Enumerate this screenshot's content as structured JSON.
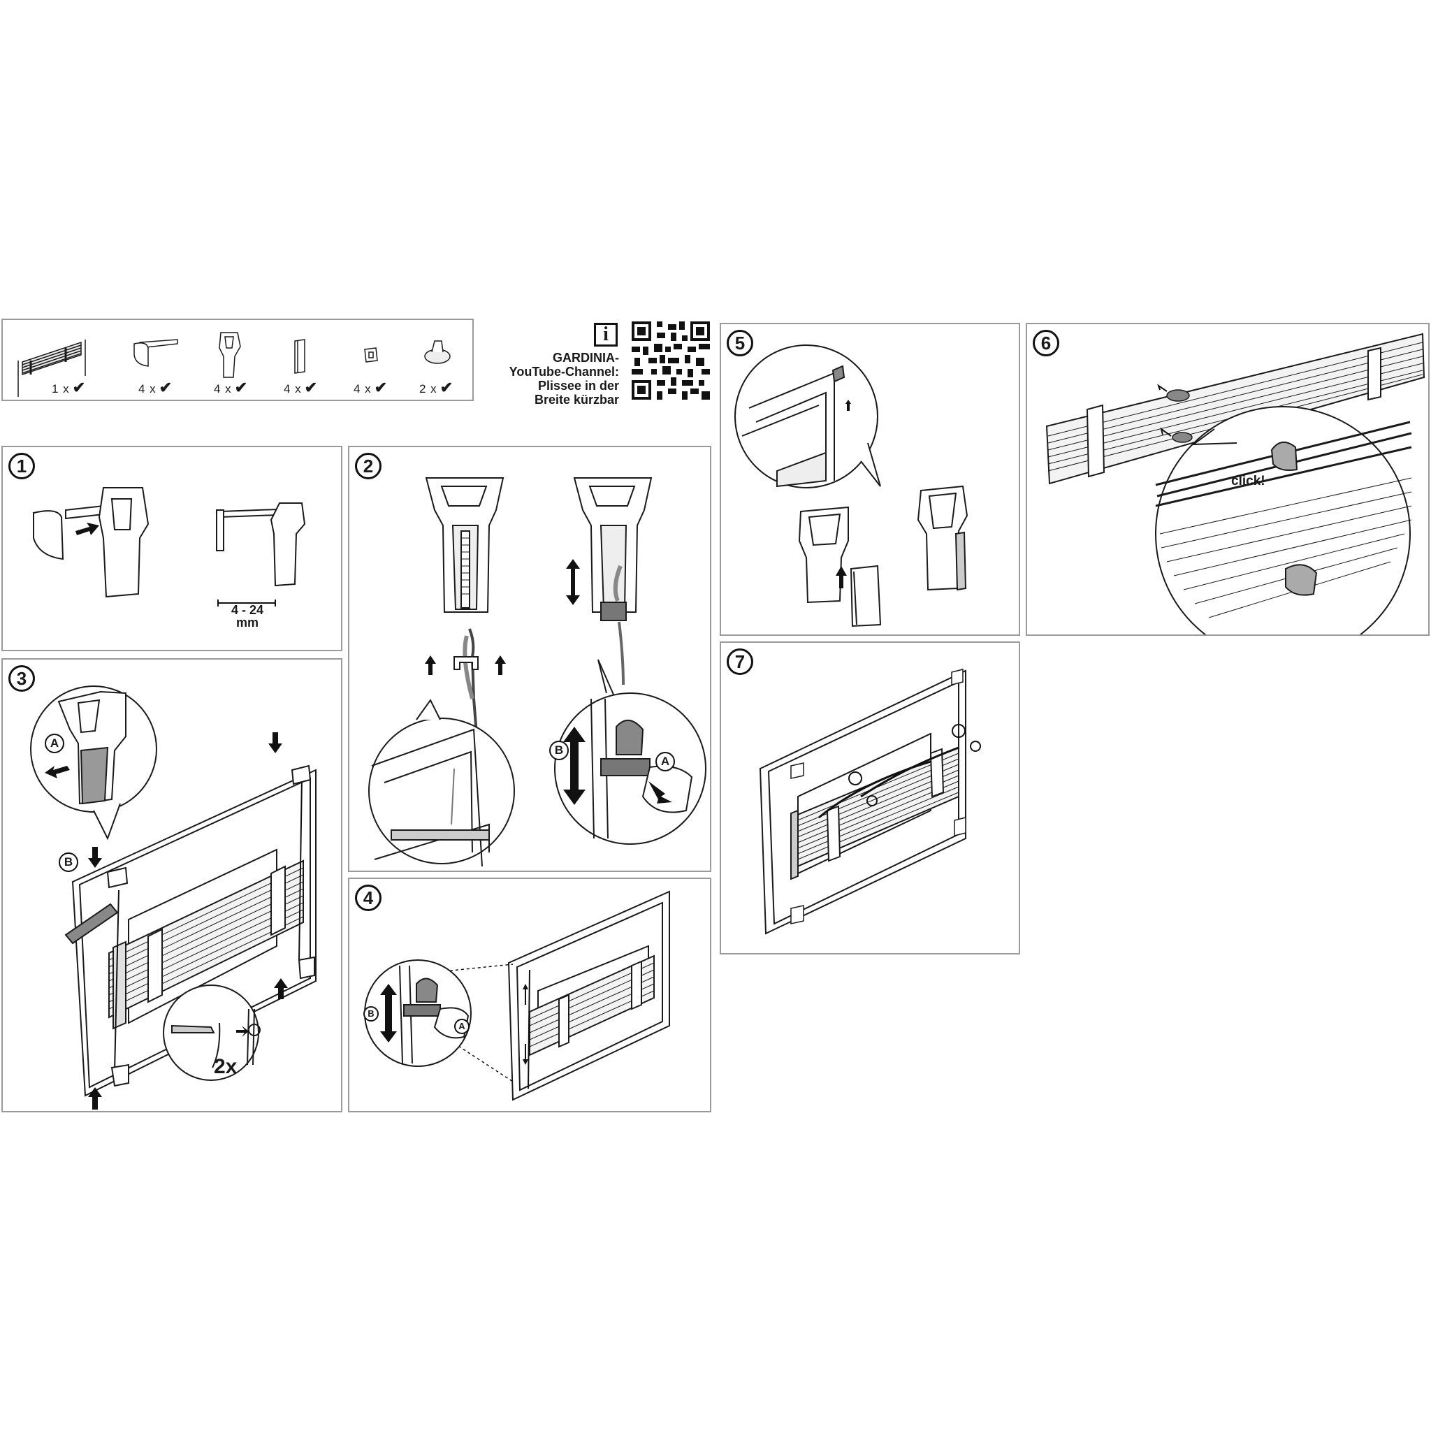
{
  "parts": [
    {
      "icon": "pleated-blind-icon",
      "qty": "1 x",
      "check": "✔"
    },
    {
      "icon": "bracket-arm-icon",
      "qty": "4 x",
      "check": "✔"
    },
    {
      "icon": "clamp-holder-icon",
      "qty": "4 x",
      "check": "✔"
    },
    {
      "icon": "spacer-clip-icon",
      "qty": "4 x",
      "check": "✔"
    },
    {
      "icon": "small-clip-icon",
      "qty": "4 x",
      "check": "✔"
    },
    {
      "icon": "handle-grip-icon",
      "qty": "2 x",
      "check": "✔"
    }
  ],
  "info": {
    "icon_letter": "i",
    "line1": "GARDINIA-",
    "line2": "YouTube-Channel:",
    "line3": "Plissee in der",
    "line4": "Breite kürzbar"
  },
  "steps": {
    "s1": {
      "num": "1",
      "measure_line1": "4 - 24",
      "measure_line2": "mm"
    },
    "s2": {
      "num": "2",
      "callout_a": "A",
      "callout_b": "B"
    },
    "s3": {
      "num": "3",
      "callout_a": "A",
      "callout_b": "B",
      "repeat": "2x"
    },
    "s4": {
      "num": "4",
      "callout_a": "A",
      "callout_b": "B"
    },
    "s5": {
      "num": "5"
    },
    "s6": {
      "num": "6",
      "click": "click!"
    },
    "s7": {
      "num": "7"
    }
  },
  "colors": {
    "line": "#1a1a1a",
    "border": "#9a9a9a",
    "grey": "#777777",
    "light": "#cfcfcf"
  }
}
